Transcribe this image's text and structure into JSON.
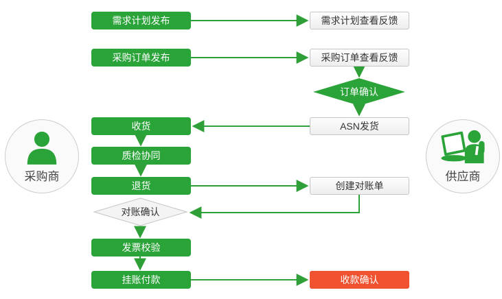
{
  "colors": {
    "node_green": "#2aa438",
    "arrow_green": "#2f9f38",
    "alert_red": "#f0512e",
    "neutral_box_bg": "#f4f4f4",
    "neutral_border": "#c5c5c5",
    "text_dark": "#333333"
  },
  "actors": {
    "buyer": {
      "label": "采购商"
    },
    "supplier": {
      "label": "供应商"
    }
  },
  "nodes": {
    "demand_publish": {
      "label": "需求计划发布"
    },
    "demand_feedback": {
      "label": "需求计划查看反馈"
    },
    "po_publish": {
      "label": "采购订单发布"
    },
    "po_feedback": {
      "label": "采购订单查看反馈"
    },
    "order_confirm": {
      "label": "订单确认"
    },
    "asn": {
      "label": "ASN发货"
    },
    "receive": {
      "label": "收货"
    },
    "quality": {
      "label": "质检协同"
    },
    "returns": {
      "label": "退货"
    },
    "statement": {
      "label": "创建对账单"
    },
    "recon_confirm": {
      "label": "对账确认"
    },
    "invoice": {
      "label": "发票校验"
    },
    "payment": {
      "label": "挂账付款"
    },
    "receipt": {
      "label": "收款确认"
    }
  }
}
